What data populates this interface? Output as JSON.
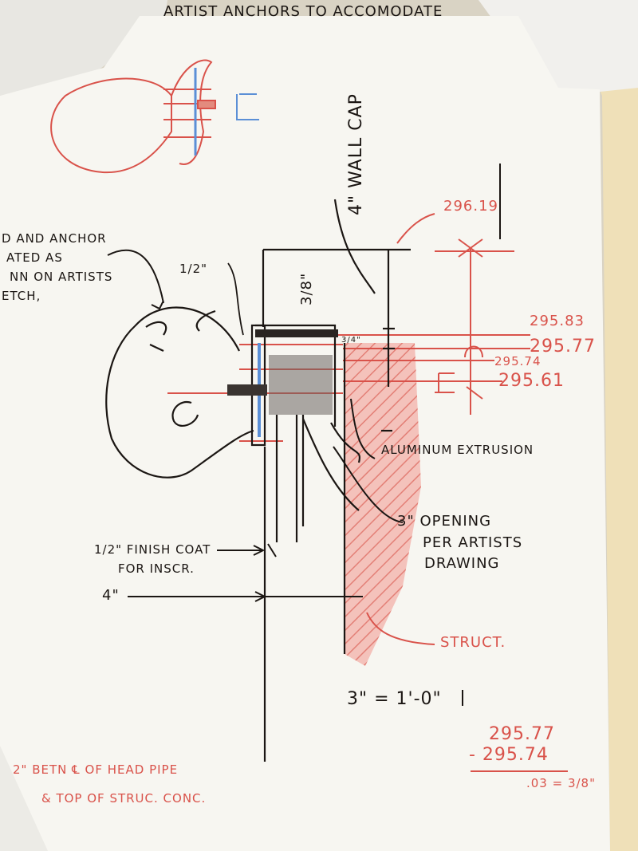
{
  "top_note": "ARTIST ANCHORS TO ACCOMODATE",
  "left_note": [
    "D AND ANCHOR",
    "ATED AS",
    "NN ON ARTISTS",
    "ETCH,"
  ],
  "dim_half_inch": "1/2\"",
  "wall_cap": "4\" WALL CAP",
  "dim_three_eighths": "3/8\"",
  "dim_three_fourths": "3/4\"",
  "elevations": {
    "e1": "296.19",
    "e2": "295.83",
    "e3": "295.77",
    "e4": "295.74",
    "e5": "295.61"
  },
  "aluminum_extrusion": "ALUMINUM EXTRUSION",
  "opening_note": [
    "3\" OPENING",
    "PER ARTISTS",
    "DRAWING"
  ],
  "finish_coat": [
    "1/2\" FINISH COAT",
    "FOR INSCR."
  ],
  "dim_four_inch": "4\"",
  "struct_label": "STRUCT.",
  "scale_note": "3\" = 1'-0\"",
  "calc": {
    "line1": "295.77",
    "line2": "- 295.74",
    "result": ".03 = 3/8\""
  },
  "bottom_note": [
    "2\" BETN ℄ OF HEAD PIPE",
    "& TOP OF STRUC. CONC."
  ],
  "colors": {
    "paper": "#f7f6f1",
    "ink": "#1b1613",
    "red_pencil": "#d9524a",
    "blue_pencil": "#5b8fd6",
    "background": "#d9d3c4",
    "tan_folder": "#efe0b8"
  }
}
